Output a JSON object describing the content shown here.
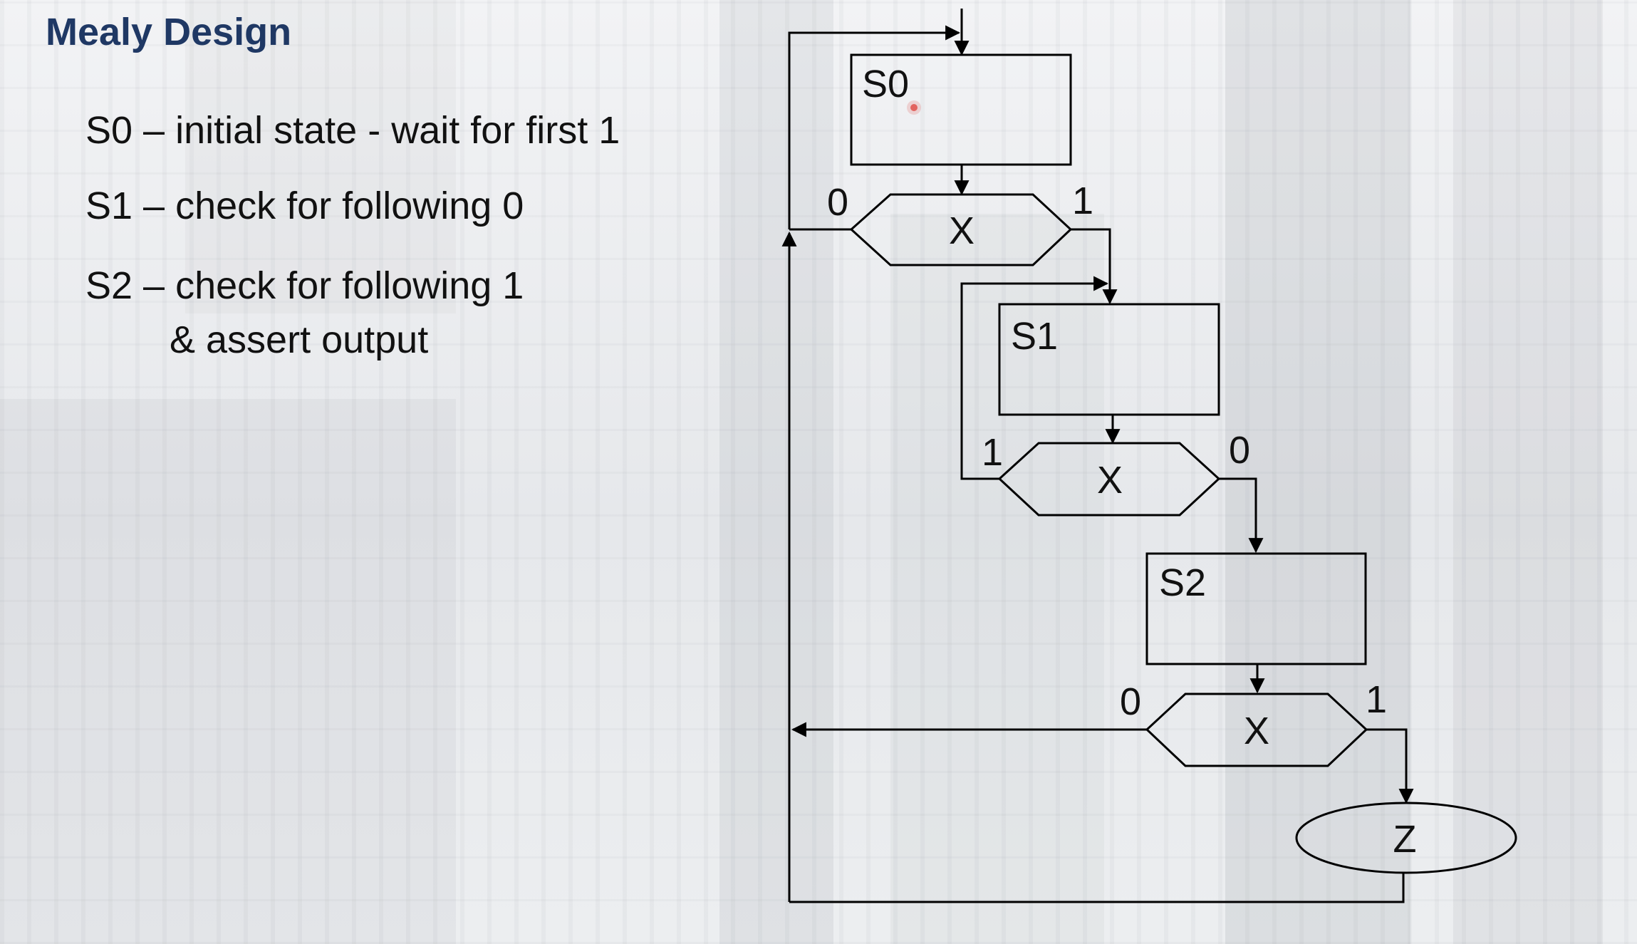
{
  "slide": {
    "title": "Mealy Design",
    "descriptions": [
      "S0 – initial state - wait for first 1",
      "S1 – check for following 0",
      "S2 – check for following 1",
      "& assert output"
    ]
  },
  "diagram": {
    "states": [
      {
        "label": "S0"
      },
      {
        "label": "S1"
      },
      {
        "label": "S2"
      }
    ],
    "decisions": [
      {
        "label": "X",
        "left_branch": "0",
        "right_branch": "1"
      },
      {
        "label": "X",
        "left_branch": "1",
        "right_branch": "0"
      },
      {
        "label": "X",
        "left_branch": "0",
        "right_branch": "1"
      }
    ],
    "output": {
      "label": "Z"
    }
  },
  "colors": {
    "title": "#1f3864",
    "text": "#111111",
    "stroke": "#000000"
  }
}
